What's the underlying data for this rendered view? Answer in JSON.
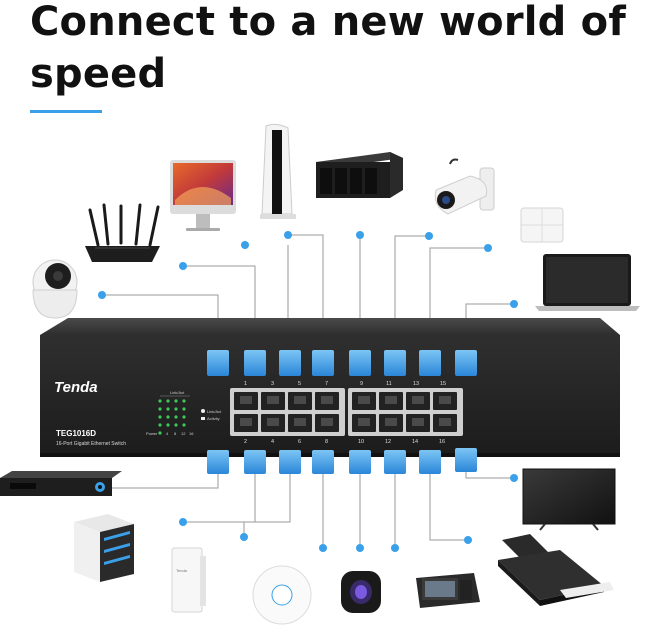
{
  "headline": "Connect to a new world of speed",
  "switch": {
    "brand": "Tenda",
    "model": "TEG1016D",
    "description": "16-Port Gigabit Ethernet Switch",
    "led_group_label": "Link/Act",
    "power_label": "Power",
    "legend_linkact": "Link/Act",
    "legend_activity": "Activity",
    "port_numbers_top": [
      "1",
      "3",
      "5",
      "7",
      "9",
      "11",
      "13",
      "15"
    ],
    "port_numbers_bottom": [
      "2",
      "4",
      "6",
      "8",
      "10",
      "12",
      "14",
      "16"
    ],
    "led_numbers": [
      "4",
      "8",
      "12",
      "16"
    ]
  },
  "devices_top": [
    "router-icon",
    "imac-icon",
    "game-console-icon",
    "nas-icon",
    "security-camera-icon",
    "mesh-node-icon",
    "laptop-icon",
    "baby-monitor-camera-icon"
  ],
  "devices_bottom": [
    "set-top-box-icon",
    "server-icon",
    "wall-access-point-icon",
    "ceiling-access-point-icon",
    "smart-speaker-icon",
    "ip-phone-icon",
    "printer-icon",
    "tv-icon"
  ],
  "mini_device": {
    "label": "Tenda"
  },
  "colors": {
    "accent": "#3aa0ea",
    "switch_body": "#2b2b2b",
    "connector": "#2f8fe0",
    "line": "#9a9a9a"
  }
}
